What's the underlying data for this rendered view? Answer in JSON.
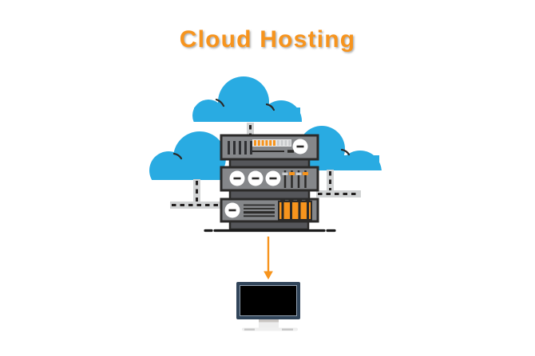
{
  "title": {
    "text": "Cloud Hosting"
  },
  "colors": {
    "orange": "#F7941D",
    "blue": "#29ABE2",
    "serverGray": "#85878A",
    "connectorGray": "#55565A",
    "outline": "#2B2A29",
    "pipeBg": "#D1D3D4",
    "pipeDash": "#232020",
    "white": "#FFFFFF",
    "ledStripBg": "#E8E9EA",
    "ledOff": "#C9CBCD",
    "ventDark": "#2F3033",
    "shadowLine": "#1A1A1A",
    "monitorFrame": "#31455A",
    "monitorScreen": "#000000",
    "standLight": "#EDEDED",
    "standShade": "#C9C5C2"
  },
  "diagram": {
    "elements": [
      "cloud-top",
      "cloud-left",
      "cloud-right",
      "antenna-pipe",
      "circuit-line-left",
      "circuit-line-right",
      "server-rack",
      "server-unit-top",
      "server-unit-middle",
      "server-unit-bottom",
      "connection-arrow",
      "client-monitor"
    ]
  }
}
